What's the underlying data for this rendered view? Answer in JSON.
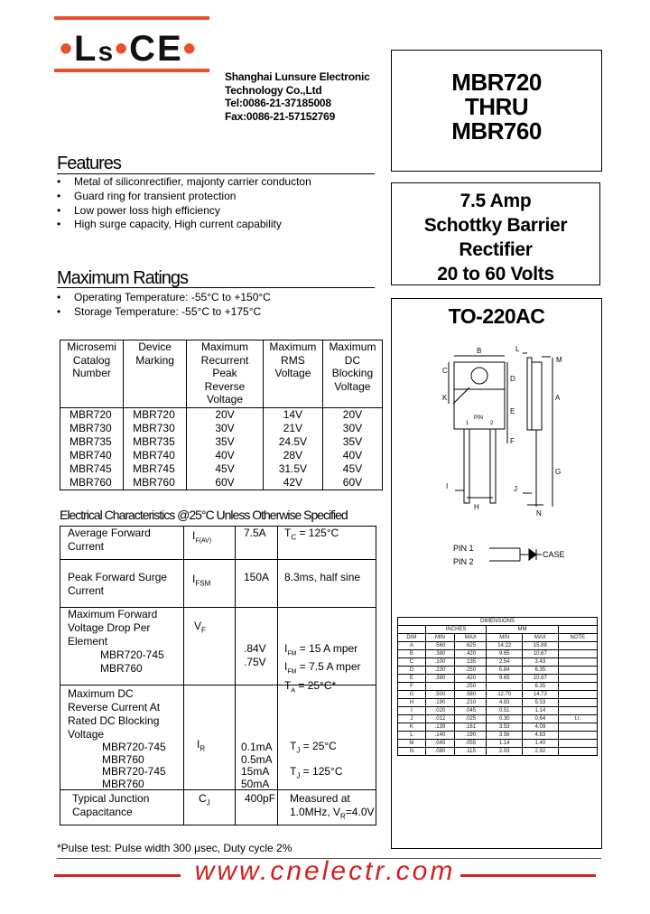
{
  "logo": {
    "text_left": "L",
    "text_mid": "s",
    "text_right": "CE",
    "dot": "•",
    "brand_color": "#e8502a"
  },
  "company": {
    "name_line1": "Shanghai Lunsure Electronic",
    "name_line2": "Technology Co.,Ltd",
    "tel": "Tel:0086-21-37185008",
    "fax": "Fax:0086-21-57152769"
  },
  "part": {
    "line1": "MBR720",
    "line2": "THRU",
    "line3": "MBR760"
  },
  "description": {
    "line1": "7.5 Amp",
    "line2": "Schottky Barrier",
    "line3": "Rectifier",
    "line4": "20 to 60 Volts"
  },
  "package": {
    "title": "TO-220AC",
    "labels": {
      "B": "B",
      "L": "L",
      "M": "M",
      "C": "C",
      "D": "D",
      "K": "K",
      "A": "A",
      "E": "E",
      "F": "F",
      "G": "G",
      "I": "I",
      "H": "H",
      "J": "J",
      "N": "N",
      "pin1": "1",
      "pin2": "2",
      "pin": "PIN"
    },
    "pin1_label": "PIN 1",
    "pin2_label": "PIN 2",
    "case_label": "CASE"
  },
  "features": {
    "title": "Features",
    "items": [
      "Metal of siliconrectifier, majonty carrier conducton",
      "Guard ring for transient protection",
      "Low power loss high efficiency",
      "High surge capacity, High current capability"
    ]
  },
  "max_ratings": {
    "title": "Maximum Ratings",
    "items": [
      "Operating Temperature: -55°C to +150°C",
      "Storage Temperature: -55°C to +175°C"
    ],
    "headers": [
      [
        "Microsemi",
        "Catalog",
        "Number"
      ],
      [
        "Device",
        "Marking"
      ],
      [
        "Maximum",
        "Recurrent",
        "Peak",
        "Reverse",
        "Voltage"
      ],
      [
        "Maximum",
        "RMS",
        "Voltage"
      ],
      [
        "Maximum",
        "DC",
        "Blocking",
        "Voltage"
      ]
    ],
    "rows": [
      [
        "MBR720",
        "MBR720",
        "20V",
        "14V",
        "20V"
      ],
      [
        "MBR730",
        "MBR730",
        "30V",
        "21V",
        "30V"
      ],
      [
        "MBR735",
        "MBR735",
        "35V",
        "24.5V",
        "35V"
      ],
      [
        "MBR740",
        "MBR740",
        "40V",
        "28V",
        "40V"
      ],
      [
        "MBR745",
        "MBR745",
        "45V",
        "31.5V",
        "45V"
      ],
      [
        "MBR760",
        "MBR760",
        "60V",
        "42V",
        "60V"
      ]
    ]
  },
  "electrical": {
    "title": "Electrical Characteristics @25°C Unless Otherwise Specified",
    "row1": {
      "param1": "Average Forward",
      "param2": "Current",
      "sym": "I",
      "sub": "F(AV)",
      "value": "7.5A",
      "cond_sym": "T",
      "cond_sub": "C",
      "cond": " = 125°C"
    },
    "row2": {
      "param1": "Peak Forward Surge",
      "param2": "Current",
      "sym": "I",
      "sub": "FSM",
      "value": "150A",
      "cond": "8.3ms, half sine"
    },
    "row3": {
      "param1": "Maximum Forward",
      "param2": "Voltage Drop Per",
      "param3": "Element",
      "part1": "MBR720-745",
      "part2": "MBR760",
      "sym": "V",
      "sub": "F",
      "value1": ".84V",
      "value2": ".75V",
      "cond1_sym": "I",
      "cond1_sub": "FM",
      "cond1": " = 15 A mper",
      "cond2_sym": "I",
      "cond2_sub": "FM",
      "cond2": " = 7.5 A mper",
      "cond3_sym": "T",
      "cond3_sub": "A",
      "cond3": " = 25°C*"
    },
    "row4": {
      "param1": "Maximum DC",
      "param2": "Reverse Current At",
      "param3": "Rated DC Blocking",
      "param4": "Voltage",
      "part1": "MBR720-745",
      "part2": "MBR760",
      "part3": "MBR720-745",
      "part4": "MBR760",
      "sym": "I",
      "sub": "R",
      "value1": "0.1mA",
      "value2": "0.5mA",
      "value3": "15mA",
      "value4": "50mA",
      "cond1_sym": "T",
      "cond1_sub": "J",
      "cond1": " = 25°C",
      "cond2_sym": "T",
      "cond2_sub": "J",
      "cond2": " = 125°C"
    },
    "row5": {
      "param1": "Typical Junction",
      "param2": "Capacitance",
      "sym": "C",
      "sub": "J",
      "value": "400pF",
      "cond1": "Measured at",
      "cond2_pre": "1.0MHz, V",
      "cond2_sub": "R",
      "cond2_post": "=4.0V"
    }
  },
  "dimensions": {
    "title": "DIMENSIONS",
    "header1": [
      "",
      "INCHES",
      "MM",
      ""
    ],
    "header2": [
      "DIM",
      "MIN",
      "MAX",
      "MIN",
      "MAX",
      "NOTE"
    ],
    "rows": [
      [
        "A",
        ".560",
        ".625",
        "14.22",
        "15.88",
        ""
      ],
      [
        "B",
        ".380",
        ".420",
        "9.65",
        "10.67",
        ""
      ],
      [
        "C",
        ".100",
        ".135",
        "2.54",
        "3.43",
        ""
      ],
      [
        "D",
        ".230",
        ".250",
        "5.84",
        "6.35",
        ""
      ],
      [
        "E",
        ".380",
        ".420",
        "9.65",
        "10.67",
        ""
      ],
      [
        "F",
        "",
        ".250",
        "",
        "6.35",
        ""
      ],
      [
        "G",
        ".500",
        ".580",
        "12.70",
        "14.73",
        ""
      ],
      [
        "H",
        ".190",
        ".210",
        "4.83",
        "5.33",
        ""
      ],
      [
        "I",
        ".020",
        ".045",
        "0.51",
        "1.14",
        ""
      ],
      [
        "J",
        ".012",
        ".025",
        "0.30",
        "0.64",
        "t.r."
      ],
      [
        "K",
        ".139",
        ".161",
        "3.53",
        "4.09",
        ""
      ],
      [
        "L",
        ".140",
        ".190",
        "3.56",
        "4.83",
        ""
      ],
      [
        "M",
        ".045",
        ".055",
        "1.14",
        "1.40",
        ""
      ],
      [
        "N",
        ".080",
        ".115",
        "2.03",
        "2.92",
        ""
      ]
    ]
  },
  "pulse_note": "*Pulse test: Pulse width 300 μsec, Duty cycle 2%",
  "footer": {
    "url": "www.cnelectr.com",
    "color": "#d42020"
  }
}
